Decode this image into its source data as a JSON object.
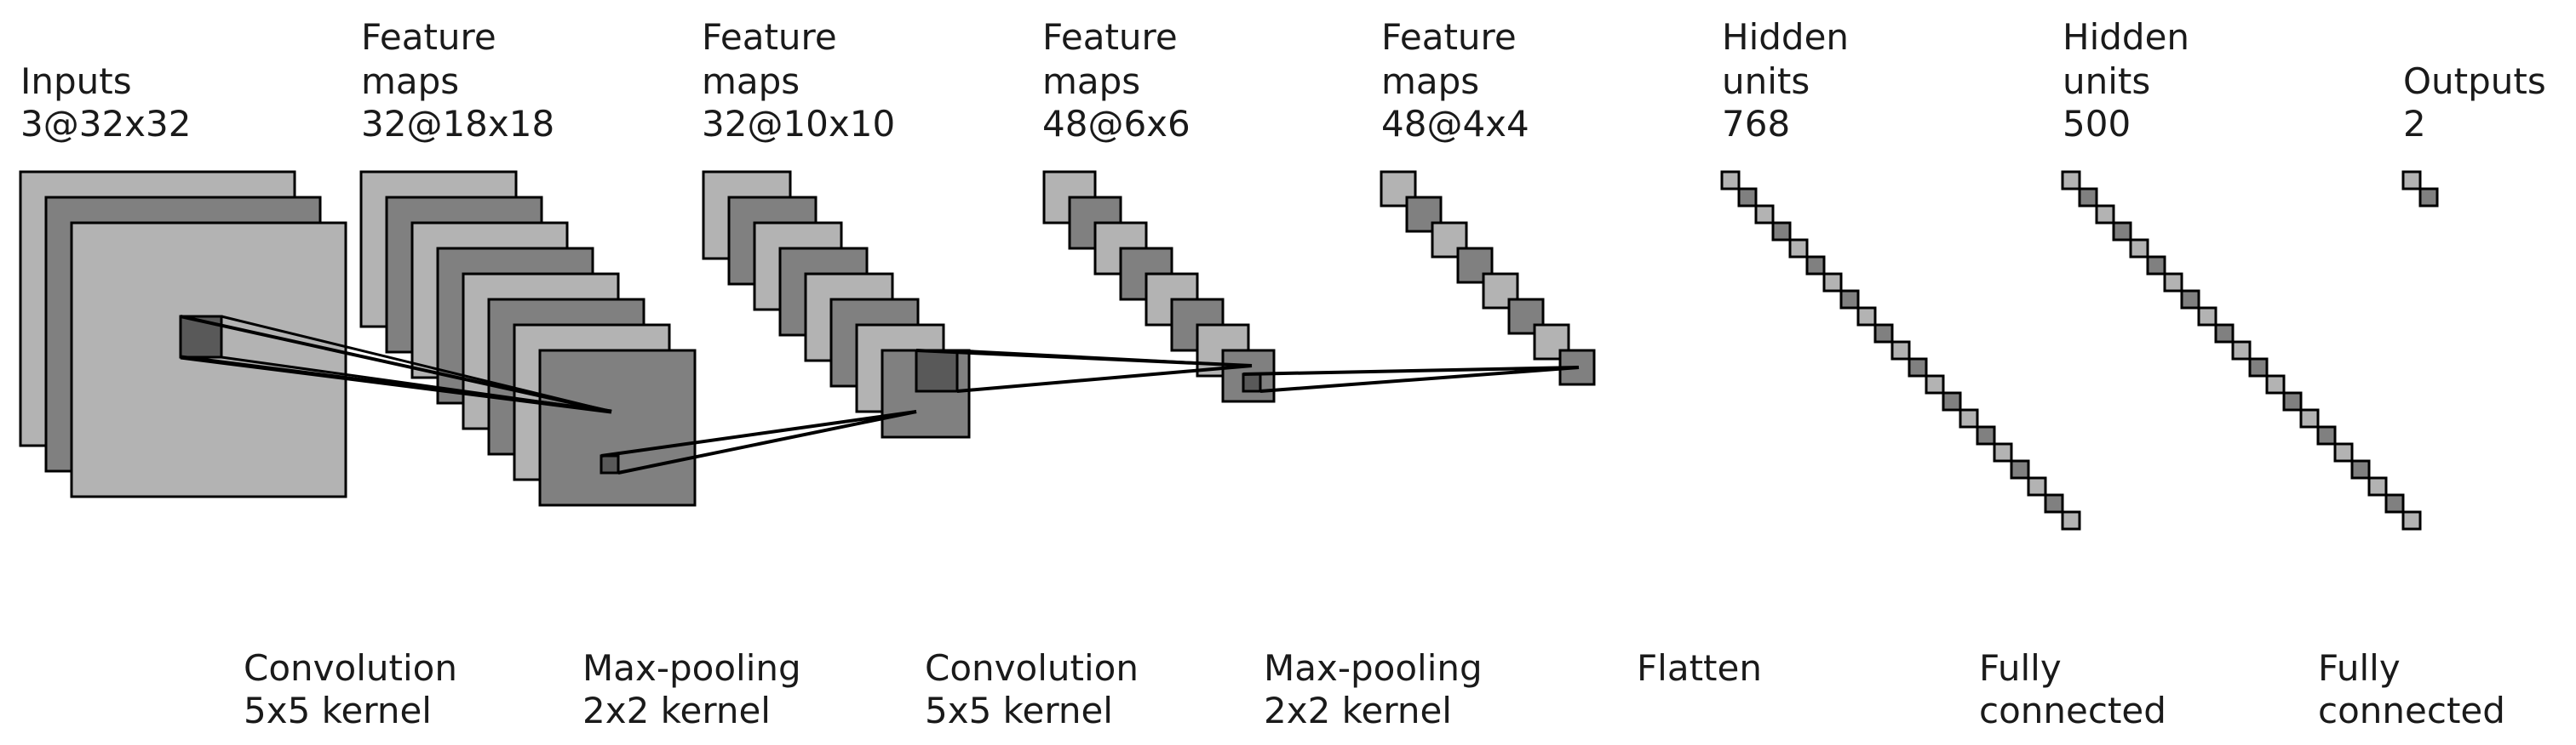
{
  "layers": [
    {
      "name": "Inputs",
      "shape": "3@32x32"
    },
    {
      "name": "Feature maps",
      "name_lines": [
        "Feature",
        "maps"
      ],
      "shape": "32@18x18"
    },
    {
      "name": "Feature maps",
      "name_lines": [
        "Feature",
        "maps"
      ],
      "shape": "32@10x10"
    },
    {
      "name": "Feature maps",
      "name_lines": [
        "Feature",
        "maps"
      ],
      "shape": "48@6x6"
    },
    {
      "name": "Feature maps",
      "name_lines": [
        "Feature",
        "maps"
      ],
      "shape": "48@4x4"
    },
    {
      "name": "Hidden units",
      "name_lines": [
        "Hidden",
        "units"
      ],
      "shape": "768"
    },
    {
      "name": "Hidden units",
      "name_lines": [
        "Hidden",
        "units"
      ],
      "shape": "500"
    },
    {
      "name": "Outputs",
      "shape": "2"
    }
  ],
  "operations": [
    {
      "line1": "Convolution",
      "line2": "5x5 kernel"
    },
    {
      "line1": "Max-pooling",
      "line2": "2x2 kernel"
    },
    {
      "line1": "Convolution",
      "line2": "5x5 kernel"
    },
    {
      "line1": "Max-pooling",
      "line2": "2x2 kernel"
    },
    {
      "line1": "Flatten",
      "line2": ""
    },
    {
      "line1": "Fully",
      "line2": "connected"
    },
    {
      "line1": "Fully",
      "line2": "connected"
    }
  ],
  "colors": {
    "light_gray": "#b3b3b3",
    "dark_gray": "#808080",
    "darker_gray": "#595959",
    "stroke": "#000000",
    "text": "#1a1a1a"
  }
}
